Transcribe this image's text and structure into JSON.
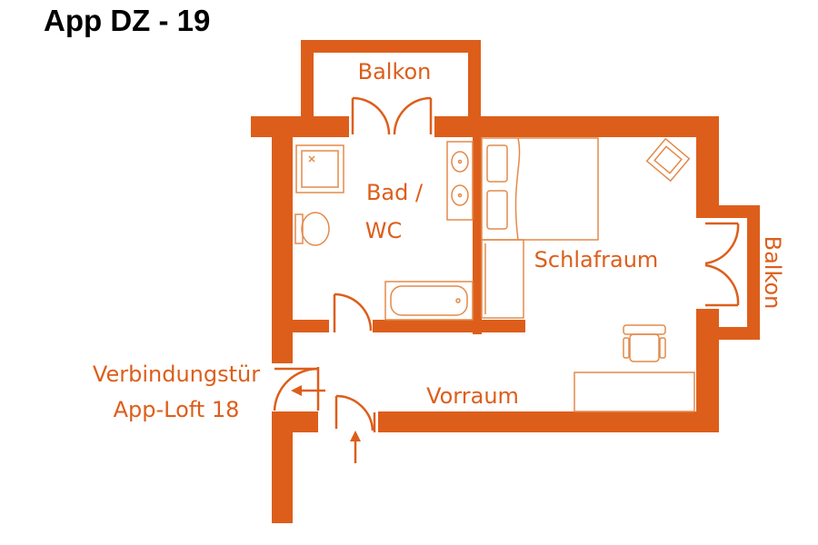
{
  "title": "App DZ - 19",
  "colors": {
    "wall": "#dd5e1b",
    "label": "#dd5e1b",
    "fixture": "#e38a4a",
    "background": "#ffffff",
    "title": "#000000"
  },
  "rooms": {
    "balkon_top": "Balkon",
    "bad_line1": "Bad /",
    "bad_line2": "WC",
    "schlafraum": "Schlafraum",
    "balkon_right": "Balkon",
    "vorraum": "Vorraum",
    "verbindung_line1": "Verbindungstür",
    "verbindung_line2": "App-Loft 18"
  }
}
